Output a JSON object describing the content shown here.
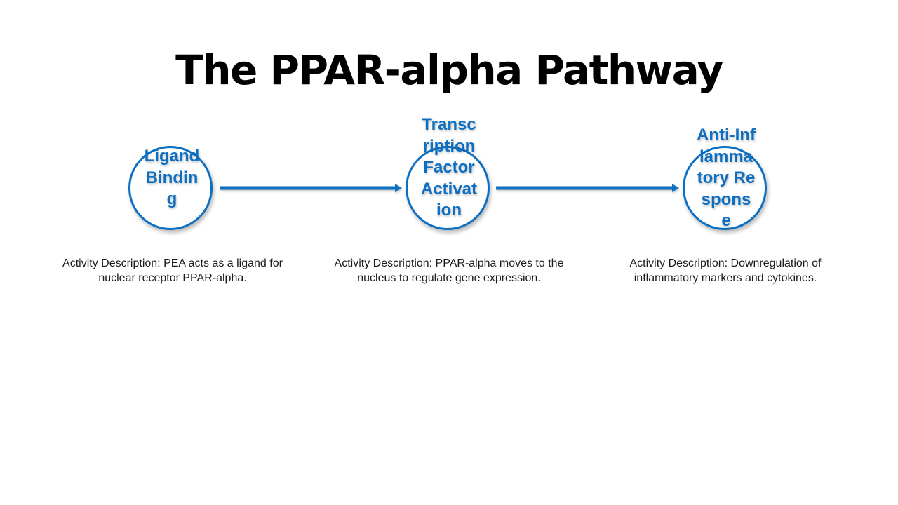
{
  "slide": {
    "title": "The PPAR-alpha Pathway"
  },
  "colors": {
    "accent": "#0d6fc1",
    "title": "#000000",
    "body_text": "#1a1a1a",
    "background": "#ffffff"
  },
  "steps": [
    {
      "label": "Ligand Binding",
      "description": "Activity Description: PEA acts as a ligand for nuclear receptor PPAR-alpha."
    },
    {
      "label": "Transcription Factor Activation",
      "description": "Activity Description: PPAR-alpha moves to the nucleus to regulate gene expression."
    },
    {
      "label": "Anti-Inflammatory Response",
      "description": "Activity Description: Downregulation of inflammatory markers and cytokines."
    }
  ],
  "connectors": [
    {
      "from": "Ligand Binding",
      "to": "Transcription Factor Activation"
    },
    {
      "from": "Transcription Factor Activation",
      "to": "Anti-Inflammatory Response"
    }
  ]
}
